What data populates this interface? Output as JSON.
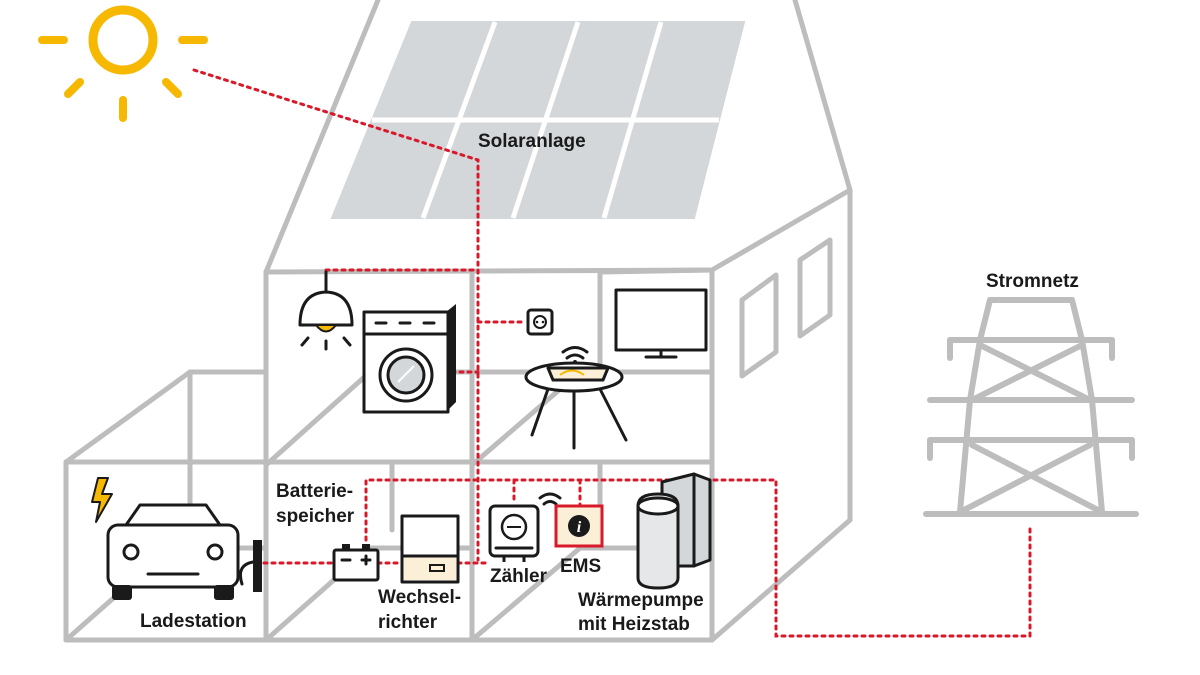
{
  "labels": {
    "solar": "Solaranlage",
    "grid": "Stromnetz",
    "battery_line1": "Batterie-",
    "battery_line2": "speicher",
    "charging": "Ladestation",
    "inverter_line1": "Wechsel-",
    "inverter_line2": "richter",
    "meter": "Zähler",
    "ems": "EMS",
    "heatpump_line1": "Wärmepumpe",
    "heatpump_line2": "mit Heizstab"
  },
  "colors": {
    "sun": "#f6b800",
    "wire": "#d8192a",
    "house_outline": "#bdbdbd",
    "solar_panel": "#d3d7d9",
    "battery": "#f6c6d0",
    "device_fill": "#fbefd8",
    "lightning": "#f6b800"
  },
  "icons": [
    "sun-icon",
    "lamp-icon",
    "washing-machine-icon",
    "socket-icon",
    "tv-icon",
    "smart-speaker-icon",
    "car-icon",
    "lightning-icon",
    "battery-icon",
    "inverter-icon",
    "meter-icon",
    "info-icon",
    "wifi-icon",
    "heat-pump-icon",
    "power-tower-icon"
  ]
}
